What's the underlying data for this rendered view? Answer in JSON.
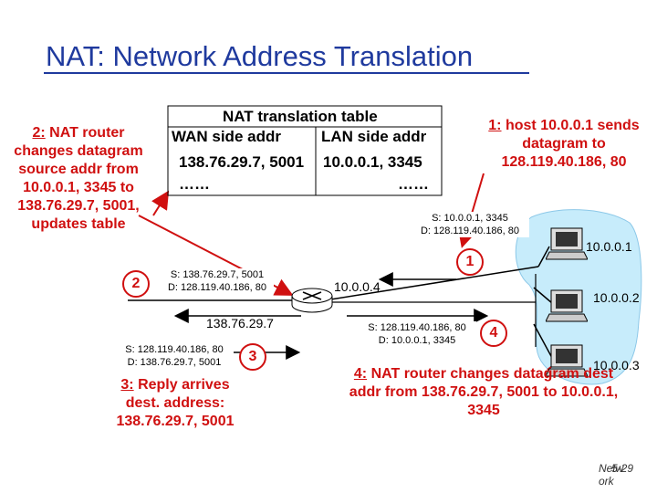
{
  "title": "NAT: Network Address Translation",
  "table": {
    "heading": "NAT translation table",
    "col_wan": "WAN side addr",
    "col_lan": "LAN side addr",
    "row1_wan": "138.76.29.7, 5001",
    "row1_lan": "10.0.0.1, 3345",
    "row2_wan": "……",
    "row2_lan": "……"
  },
  "steps": {
    "s1_num": "1:",
    "s1_text": "host 10.0.0.1 sends datagram to 128.119.40.186, 80",
    "s2_num": "2:",
    "s2_text": "NAT router changes datagram source addr from 10.0.0.1, 3345 to 138.76.29.7, 5001, updates table",
    "s3_num": "3:",
    "s3_text": "Reply arrives dest. address: 138.76.29.7, 5001",
    "s4_num": "4:",
    "s4_text": "NAT router changes datagram dest addr from 138.76.29.7, 5001 to 10.0.0.1, 3345"
  },
  "packets": {
    "p1_src": "S: 10.0.0.1, 3345",
    "p1_dst": "D: 128.119.40.186, 80",
    "p2_src": "S: 138.76.29.7, 5001",
    "p2_dst": "D: 128.119.40.186, 80",
    "p3_src": "S: 128.119.40.186, 80",
    "p3_dst": "D: 138.76.29.7, 5001",
    "p4_src": "S: 128.119.40.186, 80",
    "p4_dst": "D: 10.0.0.1, 3345"
  },
  "badges": {
    "b1": "1",
    "b2": "2",
    "b3": "3",
    "b4": "4"
  },
  "addresses": {
    "router_lan": "10.0.0.4",
    "router_wan": "138.76.29.7",
    "host1": "10.0.0.1",
    "host2": "10.0.0.2",
    "host3": "10.0.0.3"
  },
  "footer": {
    "line1": "Netw",
    "line2": "ork",
    "page": "5-29"
  },
  "colors": {
    "title": "#1f3a9e",
    "accent": "#d01010",
    "lan_blob": "#c7ecfb"
  },
  "icons": [
    "router-icon",
    "host-computer-icon",
    "arrow-icon"
  ]
}
